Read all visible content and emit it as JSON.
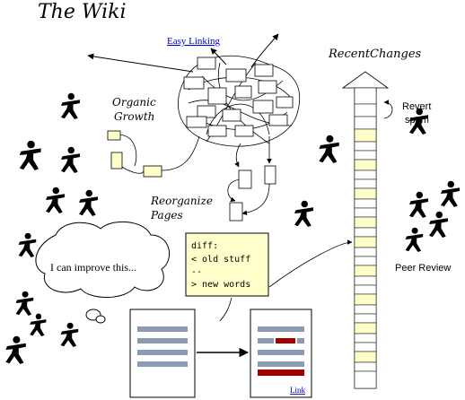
{
  "title": "The Wiki",
  "labels": {
    "easy_linking": "Easy Linking",
    "organic": "Organic",
    "growth": "Growth",
    "recent_changes": "RecentChanges",
    "revert": "Revert",
    "spam": "spam",
    "reorganize": "Reorganize",
    "pages": "Pages",
    "peer_review": "Peer Review",
    "thought": "I can improve this...",
    "page_link": "Link"
  },
  "diff": {
    "lines": [
      "diff:",
      "< old stuff",
      "--",
      "> new words"
    ]
  },
  "colors": {
    "page_fill": "#ffffcc",
    "text_bar": "#8c9bb3",
    "edit_bar": "#a00000",
    "link": "#0000cc"
  }
}
